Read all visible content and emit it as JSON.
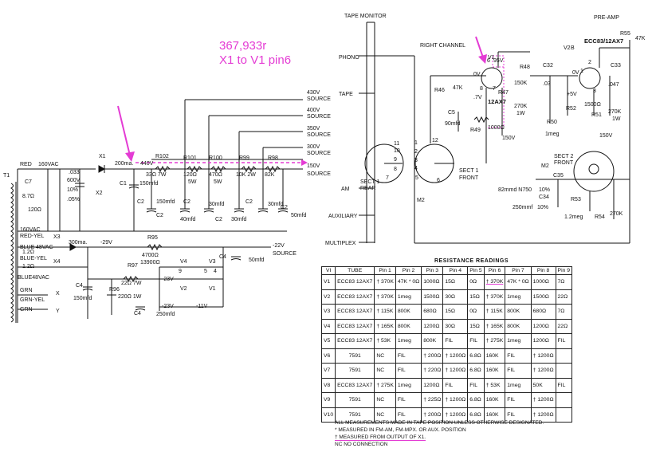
{
  "annotation": {
    "line1": "367,933r",
    "line2": "X1 to V1 pin6",
    "color": "#e43cd4"
  },
  "left_labels": {
    "t1": "T1",
    "red": "RED",
    "vac160": "160VAC",
    "vac160b": "160VAC",
    "redyel": "RED-YEL",
    "blue": "BLUE",
    "vac48": "48VAC",
    "blueyel": "BLUE-YEL",
    "blue48": "BLUE48VAC",
    "grn": "GRN",
    "grnyel": "GRN-YEL",
    "grn2": "GRN",
    "c7": "C7",
    "c7v": ".033",
    "c7v2": "600V",
    "c7v3": "10%",
    "c7v4": ".05%",
    "r87": "8.7Ω",
    "r120": "120Ω",
    "r12a": "1.2Ω",
    "r12b": "1.2Ω",
    "x1": "X1",
    "x2": "X2",
    "x3": "X3",
    "x4": "X4",
    "x": "X",
    "y": "Y",
    "ma200": "200ma.",
    "v440": "440V",
    "ma300": "300ma.",
    "v29": "-29V",
    "c1": "C1",
    "c1v": "150mfd",
    "c2a": "C2",
    "c2v": "150mfd",
    "c2b": "C2",
    "c2bv": "40mfd",
    "c2c": "C2",
    "c2cv": "30mfd",
    "c2d": "C2",
    "c2dv": "30mfd",
    "c2e": "C2",
    "c2ev": "30mfd",
    "r102": "R102",
    "r102v": "33Ω 7W",
    "r101": "R101",
    "r101v": "120Ω",
    "r101w": "5W",
    "r100": "R100",
    "r100v": "470Ω",
    "r100w": "5W",
    "r99": "R99",
    "r99v": "10K 2W",
    "r98": "R98",
    "r98v": "82K",
    "c2f": "C2",
    "c2fv": "50mfd",
    "s430": "430V",
    "s430b": "SOURCE",
    "s400": "400V",
    "s400b": "SOURCE",
    "s350": "350V",
    "s350b": "SOURCE",
    "s300": "300V",
    "s300b": "SOURCE",
    "s150": "150V",
    "s150b": "SOURCE",
    "r95": "R95",
    "r95v": "4700Ω",
    "r95v2": "13900Ω",
    "r97": "R97",
    "r97v": "22Ω 7W",
    "v22": "-22V",
    "v22b": "SOURCE",
    "c4c": "C4",
    "c4cv": "50mfd",
    "v4": "V4",
    "v3": "V3",
    "v2": "V2",
    "v1": "V1",
    "v23": "-23V",
    "v23b": "-23V",
    "v11": "-11V",
    "pin9": "9",
    "pin5": "5",
    "pin4": "4",
    "c4a": "C4",
    "c4av": "150mfd",
    "r96": "R96",
    "r96v": "220Ω 1W",
    "c4b": "C4",
    "c4bv": "250mfd"
  },
  "right_labels": {
    "tape_monitor": "TAPE MONITOR",
    "phono": "PHONO",
    "tape": "TAPE",
    "am": "AM",
    "auxiliary": "AUXILIARY",
    "multiplex": "MULTIPLEX",
    "right_channel": "RIGHT CHANNEL",
    "preamp": "PRE-AMP",
    "tube": "ECC83/12AX7",
    "v2b": "V2",
    "v2bb": "B",
    "v1": "V1",
    "tube12ax7": "12AX7",
    "v95": "95V",
    "v0": "0V",
    "v0b": "0V",
    "v7": ".7V",
    "r46": "R46",
    "r47": "47K",
    "r46b": "R47",
    "r47b": "270K",
    "r47c": "1W",
    "c5": "C5",
    "c5v": "90mfd",
    "r49": "R49",
    "r49v": "1000Ω",
    "v150": "150V",
    "r48": "R48",
    "r48v": "150K",
    "c32": "C32",
    "c32v": ".03",
    "c33": "C33",
    "c33v": ".047",
    "r55": "R55",
    "r55v": "47K",
    "r50": "R50",
    "r50v": "1meg",
    "r52": "R52",
    "r52v": "1500Ω",
    "r51": "R51",
    "r51v": "270K",
    "r51w": "1W",
    "v5": "+5V",
    "v150b": "150V",
    "sect1rear": "SECT 1",
    "sect1rear2": "REAR",
    "sect1front": "SECT 1",
    "sect1front2": "FRONT",
    "sect2front": "SECT 2",
    "sect2front2": "FRONT",
    "m2": "M2",
    "m2b": "M2",
    "c35": "C35",
    "c34": "C34",
    "c34v": "82mmd N750",
    "c34v2": "10%",
    "c34v3": "250mmf",
    "c34v4": "10%",
    "r53": "R53",
    "r53v": "1.2meg",
    "r54": "R54",
    "r54v": "270K",
    "n11": "11",
    "n10": "10",
    "n9": "9",
    "n8": "8",
    "n7": "7",
    "n12": "12",
    "n1": "1",
    "n2": "2",
    "n3": "3",
    "n4": "4",
    "n5": "5",
    "n6": "6",
    "p6": "6",
    "p8": "8",
    "p7": "7",
    "p2": "2",
    "p1": "1",
    "p3": "3"
  },
  "table": {
    "title": "RESISTANCE READINGS",
    "headers": [
      "VI",
      "TUBE",
      "Pin 1",
      "Pin 2",
      "Pin 3",
      "Pin 4",
      "Pin 5",
      "Pin 6",
      "Pin 7",
      "Pin 8",
      "Pin 9"
    ],
    "rows": [
      [
        "V1",
        "ECC83 12AX7",
        "† 370K",
        "47K * 0Ω",
        "1000Ω",
        "15Ω",
        "0Ω",
        "† 370K",
        "47K * 0Ω",
        "1000Ω",
        "7Ω"
      ],
      [
        "V2",
        "ECC83 12AX7",
        "† 370K",
        "1meg",
        "1500Ω",
        "30Ω",
        "15Ω",
        "† 370K",
        "1meg",
        "1500Ω",
        "22Ω"
      ],
      [
        "V3",
        "ECC83 12AX7",
        "† 115K",
        "800K",
        "680Ω",
        "15Ω",
        "0Ω",
        "† 115K",
        "800K",
        "680Ω",
        "7Ω"
      ],
      [
        "V4",
        "ECC83 12AX7",
        "† 165K",
        "800K",
        "1200Ω",
        "30Ω",
        "15Ω",
        "† 165K",
        "800K",
        "1200Ω",
        "22Ω"
      ],
      [
        "V5",
        "ECC83 12AX7",
        "† 53K",
        "1meg",
        "800K",
        "FIL",
        "FIL",
        "† 275K",
        "1meg",
        "1200Ω",
        "FIL"
      ],
      [
        "V6",
        "7591",
        "NC",
        "FIL",
        "† 200Ω",
        "† 1200Ω",
        "6.8Ω",
        "160K",
        "FIL",
        "† 1200Ω",
        ""
      ],
      [
        "V7",
        "7591",
        "NC",
        "FIL",
        "† 220Ω",
        "† 1200Ω",
        "6.8Ω",
        "160K",
        "FIL",
        "† 1200Ω",
        ""
      ],
      [
        "V8",
        "ECC83 12AX7",
        "† 275K",
        "1meg",
        "1200Ω",
        "FIL",
        "FIL",
        "† 53K",
        "1meg",
        "50K",
        "FIL"
      ],
      [
        "V9",
        "7591",
        "NC",
        "FIL",
        "† 225Ω",
        "† 1200Ω",
        "6.8Ω",
        "160K",
        "FIL",
        "† 1200Ω",
        ""
      ],
      [
        "V10",
        "7591",
        "NC",
        "FIL",
        "† 200Ω",
        "† 1200Ω",
        "6.8Ω",
        "160K",
        "FIL",
        "† 1200Ω",
        ""
      ]
    ],
    "highlight_cell": {
      "row": 0,
      "col": 7
    }
  },
  "notes": {
    "n1": "ALL MEASUREMENTS MADE IN TAPE POSITION UNLESS OTHERWISE DESIGNATED.",
    "n2": "*  MEASURED IN FM-AM, FM-MPX. OR AUX. POSITION",
    "n3": "†  MEASURED FROM OUTPUT OF X1.",
    "n4": "NC NO CONNECTION"
  }
}
